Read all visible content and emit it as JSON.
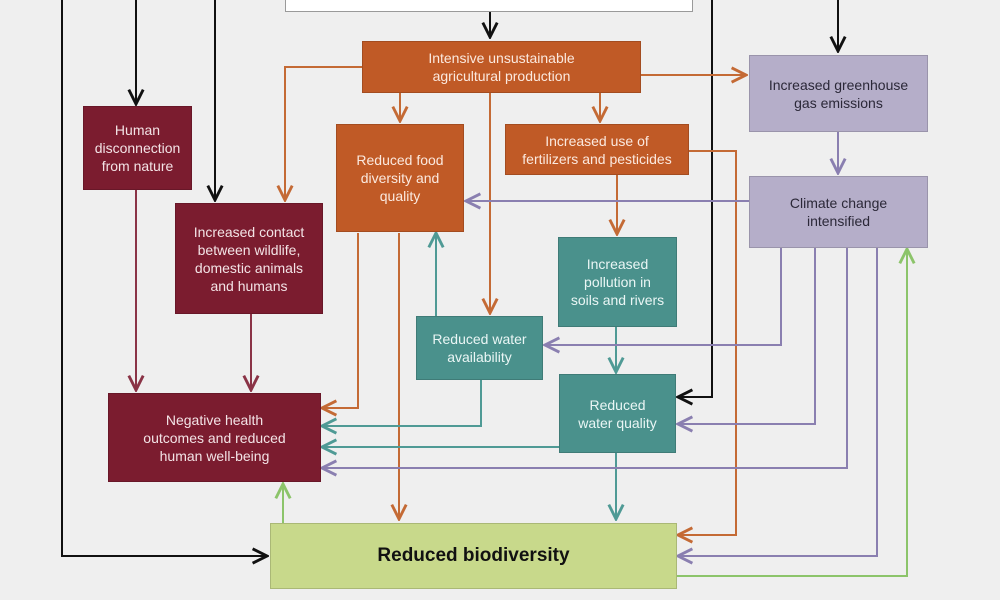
{
  "diagram": {
    "colors": {
      "background": "#efefef",
      "health": "#7b1c2f",
      "agriculture": "#c05a26",
      "water": "#4a918c",
      "climate": "#b5aec9",
      "biodiversity": "#c8d98b",
      "edge_black": "#111111",
      "edge_orange": "#c46a35",
      "edge_maroon": "#8a3346",
      "edge_teal": "#4f9a95",
      "edge_purple": "#8a7fb0",
      "edge_green": "#8cc46a"
    },
    "nodes": {
      "top_box": "",
      "intensive_agriculture": "Intensive unsustainable\nagricultural production",
      "greenhouse": "Increased greenhouse\ngas emissions",
      "human_disconnection": "Human\ndisconnection\nfrom nature",
      "food_diversity": "Reduced food\ndiversity and\nquality",
      "fertilizers": "Increased use of\nfertilizers and pesticides",
      "climate_change": "Climate change\nintensified",
      "wildlife_contact": "Increased contact\nbetween wildlife,\ndomestic animals\nand humans",
      "pollution": "Increased\npollution in\nsoils and rivers",
      "water_availability": "Reduced water\navailability",
      "health_outcomes": "Negative health\noutcomes and reduced\nhuman well-being",
      "water_quality": "Reduced\nwater quality",
      "biodiversity": "Reduced biodiversity"
    },
    "edges": [
      {
        "from": "top_box",
        "to": "intensive_agriculture",
        "color": "black"
      },
      {
        "from": "off-screen",
        "to": "human_disconnection",
        "color": "black"
      },
      {
        "from": "off-screen",
        "to": "wildlife_contact",
        "color": "black"
      },
      {
        "from": "off-screen",
        "to": "greenhouse",
        "color": "black"
      },
      {
        "from": "off-screen",
        "to": "water_quality",
        "color": "black"
      },
      {
        "from": "off-screen",
        "to": "biodiversity",
        "color": "black"
      },
      {
        "from": "intensive_agriculture",
        "to": "greenhouse",
        "color": "orange"
      },
      {
        "from": "intensive_agriculture",
        "to": "food_diversity",
        "color": "orange"
      },
      {
        "from": "intensive_agriculture",
        "to": "fertilizers",
        "color": "orange"
      },
      {
        "from": "intensive_agriculture",
        "to": "wildlife_contact",
        "color": "orange"
      },
      {
        "from": "intensive_agriculture",
        "to": "water_availability",
        "color": "orange"
      },
      {
        "from": "fertilizers",
        "to": "pollution",
        "color": "orange"
      },
      {
        "from": "fertilizers",
        "to": "biodiversity",
        "color": "orange"
      },
      {
        "from": "food_diversity",
        "to": "health_outcomes",
        "color": "orange"
      },
      {
        "from": "food_diversity",
        "to": "biodiversity",
        "color": "orange"
      },
      {
        "from": "greenhouse",
        "to": "climate_change",
        "color": "purple"
      },
      {
        "from": "climate_change",
        "to": "food_diversity",
        "color": "purple"
      },
      {
        "from": "climate_change",
        "to": "water_availability",
        "color": "purple"
      },
      {
        "from": "climate_change",
        "to": "water_quality",
        "color": "purple"
      },
      {
        "from": "climate_change",
        "to": "health_outcomes",
        "color": "purple"
      },
      {
        "from": "climate_change",
        "to": "biodiversity",
        "color": "purple"
      },
      {
        "from": "human_disconnection",
        "to": "health_outcomes",
        "color": "maroon"
      },
      {
        "from": "wildlife_contact",
        "to": "health_outcomes",
        "color": "maroon"
      },
      {
        "from": "water_availability",
        "to": "food_diversity",
        "color": "teal"
      },
      {
        "from": "water_availability",
        "to": "health_outcomes",
        "color": "teal"
      },
      {
        "from": "pollution",
        "to": "water_quality",
        "color": "teal"
      },
      {
        "from": "water_quality",
        "to": "health_outcomes",
        "color": "teal"
      },
      {
        "from": "water_quality",
        "to": "biodiversity",
        "color": "teal"
      },
      {
        "from": "biodiversity",
        "to": "health_outcomes",
        "color": "green"
      },
      {
        "from": "biodiversity",
        "to": "climate_change",
        "color": "green"
      }
    ]
  }
}
